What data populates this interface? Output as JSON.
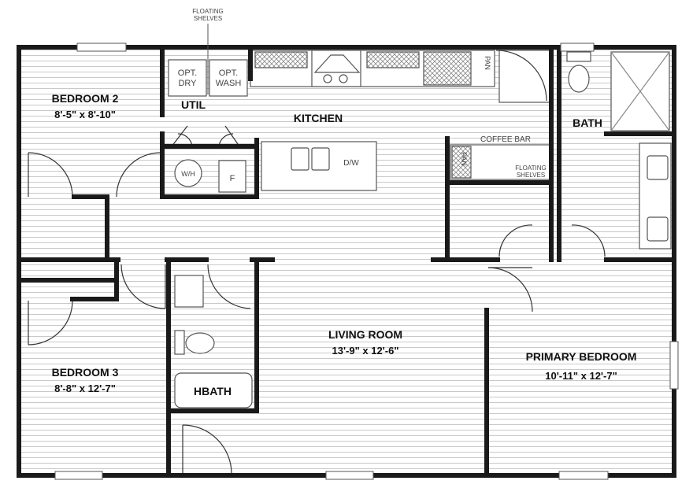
{
  "labels": {
    "floating_shelves_top": [
      "FLOATING",
      "SHELVES"
    ],
    "opt_dry": [
      "OPT.",
      "DRY"
    ],
    "opt_wash": [
      "OPT.",
      "WASH"
    ],
    "util": "UTIL",
    "kitchen": "KITCHEN",
    "bath": "BATH",
    "coffee_bar": "COFFEE BAR",
    "floating_shelves_bar": [
      "FLOATING",
      "SHELVES"
    ],
    "pan_kitchen": "PAN",
    "pan_bar": "PAN",
    "wh": "W/H",
    "f": "F",
    "dw": "D/W",
    "hbath": "HBATH"
  },
  "rooms": {
    "bedroom2": {
      "name": "BEDROOM 2",
      "dims": "8'-5\" x 8'-10\""
    },
    "bedroom3": {
      "name": "BEDROOM 3",
      "dims": "8'-8\" x 12'-7\""
    },
    "living": {
      "name": "LIVING ROOM",
      "dims": "13'-9\" x 12'-6\""
    },
    "primary": {
      "name": "PRIMARY BEDROOM",
      "dims": "10'-11\" x 12'-7\""
    }
  },
  "colors": {
    "wall": "#1a1a1a",
    "floor_line": "#c9c9c9",
    "fixture": "#555555",
    "hatch": "#8a8a8a"
  }
}
